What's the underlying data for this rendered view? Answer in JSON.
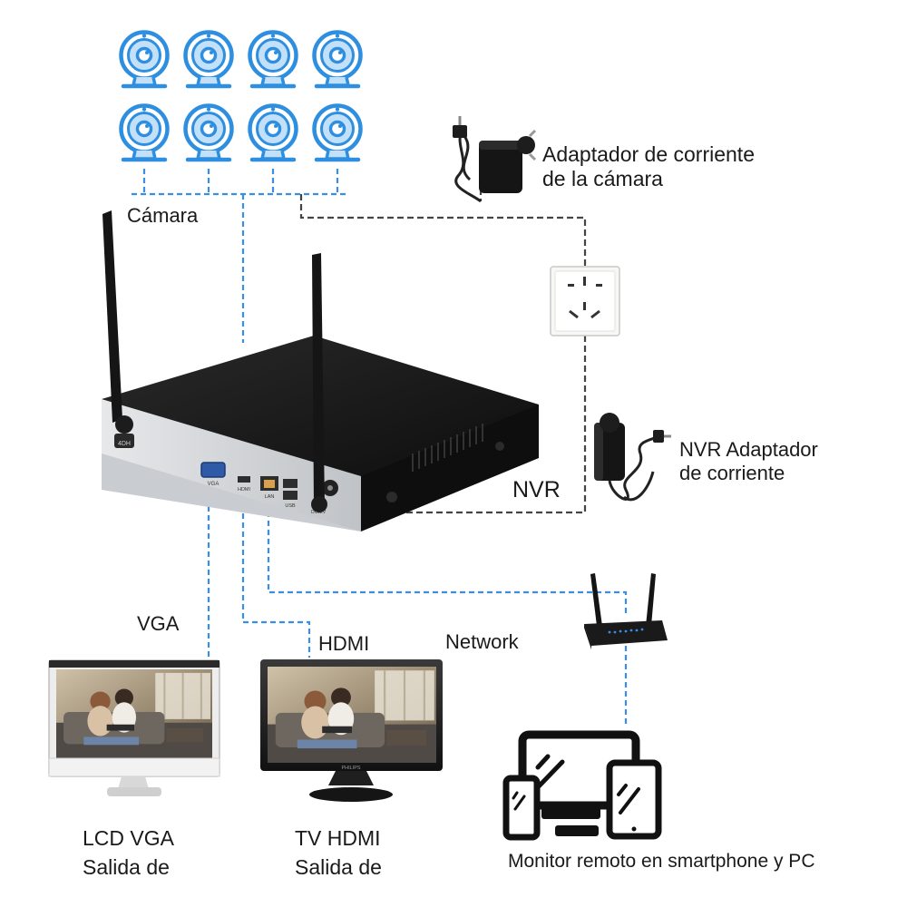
{
  "labels": {
    "camera": "Cámara",
    "camera_adapter_line1": "Adaptador de corriente",
    "camera_adapter_line2": "de la cámara",
    "nvr_adapter_line1": "NVR Adaptador",
    "nvr_adapter_line2": "de corriente",
    "nvr": "NVR",
    "vga": "VGA",
    "hdmi": "HDMI",
    "network": "Network",
    "lcd_line1": "LCD VGA",
    "lcd_line2": "Salida de",
    "tv_line1": "TV HDMI",
    "tv_line2": "Salida de",
    "remote": "Monitor remoto en smartphone y PC"
  },
  "nvr_ports": {
    "antenna_tag": "4DH",
    "vga_port": "VGA",
    "hdmi_port": "HDMI",
    "lan_port": "LAN",
    "usb_port": "USB",
    "power_port": "DC12V"
  },
  "tv_brand": "PHILIPS",
  "colors": {
    "camera_blue": "#2e8fe0",
    "wire_blue": "#3a8ee6",
    "wire_dark": "#444444",
    "nvr_body": "#161616",
    "nvr_front": "#d8dadc"
  },
  "icons": [
    "camera-icon",
    "power-adapter-icon",
    "wall-socket-icon",
    "router-icon",
    "monitor-icon",
    "pc-icon",
    "smartphone-icon",
    "tablet-icon"
  ]
}
